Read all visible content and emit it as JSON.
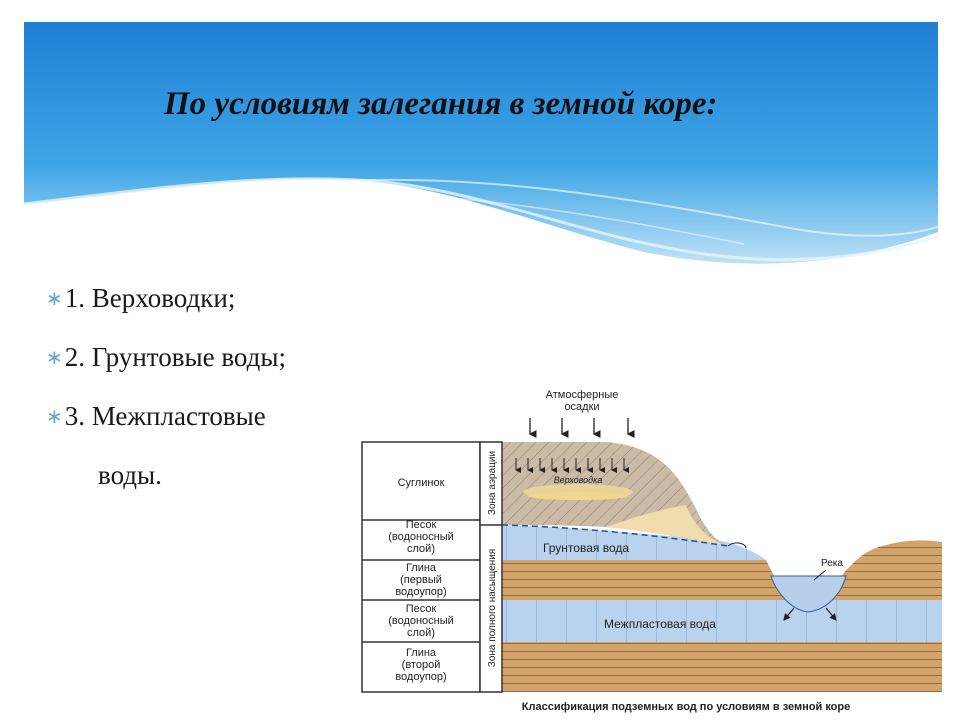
{
  "slide": {
    "title": "По условиям залегания в земной коре:",
    "bullets": [
      {
        "marker": "∗",
        "text": "1. Верховодки;"
      },
      {
        "marker": "∗",
        "text": "2. Грунтовые воды;"
      },
      {
        "marker": "∗",
        "text": "3. Межпластовые",
        "continuation": "воды."
      }
    ]
  },
  "diagram": {
    "top_label_line1": "Атмосферные",
    "top_label_line2": "осадки",
    "column_layers": [
      {
        "lines": [
          "Суглинок"
        ]
      },
      {
        "lines": [
          "Песок",
          "(водоносный",
          "слой)"
        ]
      },
      {
        "lines": [
          "Глина",
          "(первый",
          "водоупор)"
        ]
      },
      {
        "lines": [
          "Песок",
          "(водоносный",
          "слой)"
        ]
      },
      {
        "lines": [
          "Глина",
          "(второй",
          "водоупор)"
        ]
      }
    ],
    "zone_aeration": "Зона аэрации",
    "zone_saturation": "Зона полного насыщения",
    "perched_water": "Верховодка",
    "ground_water": "Грунтовая вода",
    "river": "Река",
    "interlayer_water": "Межпластовая вода",
    "caption": "Классификация подземных вод по условиям в земной коре",
    "colors": {
      "sky_blue": "#2a8ad8",
      "sand_blue": "#b9d2ee",
      "clay_brown": "#d2a36b",
      "loam": "#cbbba6"
    }
  }
}
